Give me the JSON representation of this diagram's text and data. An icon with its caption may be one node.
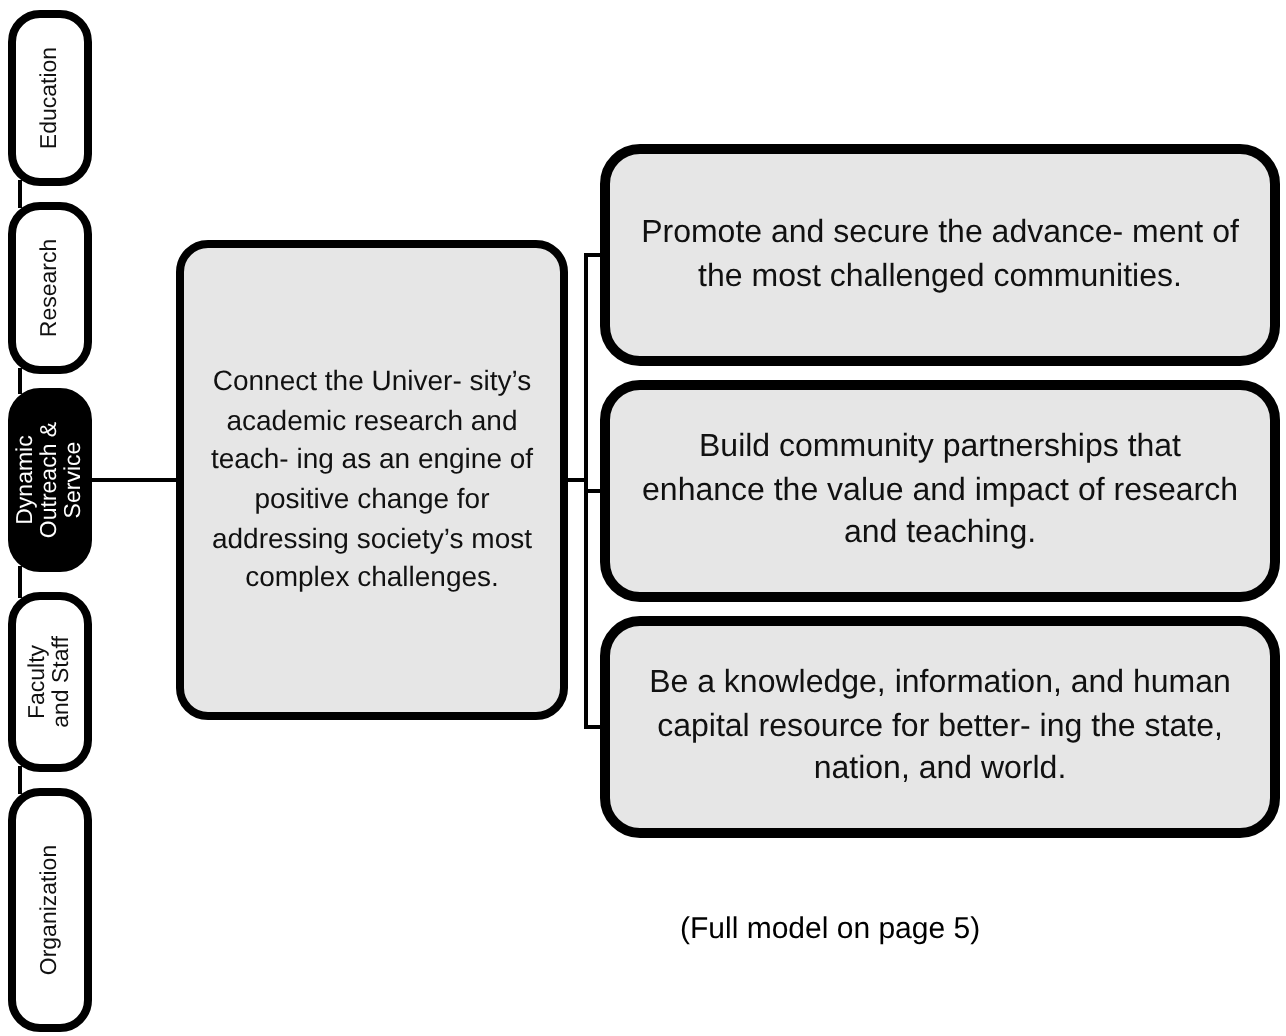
{
  "diagram": {
    "nodes": [
      {
        "text": [
          "Education"
        ]
      },
      {
        "text": [
          "Research"
        ]
      },
      {
        "text": [
          "Dynamic Outreach & Service"
        ]
      },
      {
        "text": [
          "Faculty and Staff"
        ]
      },
      {
        "text": [
          "Organization"
        ]
      },
      {
        "text": [
          "Connect the Univer- sity’s academic research and teach- ing as an engine of positive change for addressing society’s most complex challenges."
        ]
      },
      {
        "text": [
          "Promote and secure the advance- ment of the most challenged communities."
        ]
      },
      {
        "text": [
          "Build community partnerships that enhance the value and impact of research and teaching."
        ]
      },
      {
        "text": [
          "Be a knowledge, information, and human capital resource for better- ing the state, nation, and world."
        ]
      }
    ],
    "edges": [
      {
        "from": 0,
        "to": 1,
        "arrow": "none"
      },
      {
        "from": 1,
        "to": 2,
        "arrow": "none"
      },
      {
        "from": 2,
        "to": 3,
        "arrow": "none"
      },
      {
        "from": 3,
        "to": 4,
        "arrow": "none"
      },
      {
        "from": 2,
        "to": 5,
        "arrow": "none"
      },
      {
        "from": 5,
        "to": 6,
        "arrow": "none"
      },
      {
        "from": 5,
        "to": 7,
        "arrow": "none"
      },
      {
        "from": 5,
        "to": 8,
        "arrow": "none"
      }
    ],
    "labels": [
      "(Full model on page 5)"
    ]
  }
}
